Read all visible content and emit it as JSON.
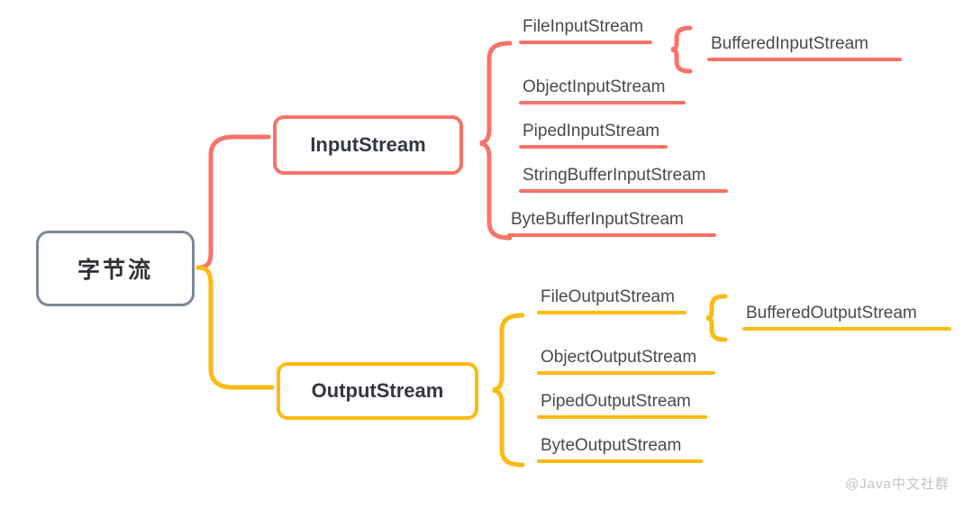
{
  "diagram": {
    "title_text": "字节流",
    "colors": {
      "root_border": "#7d8799",
      "input_branch": "#fa7268",
      "output_branch": "#fdba12",
      "leaf_text": "#4a4a4a",
      "watermark": "#c3c3c3",
      "background": "#ffffff"
    },
    "root": {
      "label": "字节流"
    },
    "branches": [
      {
        "id": "input-stream",
        "label": "InputStream",
        "color": "#fa7268",
        "leaves": [
          {
            "label": "FileInputStream",
            "children": [
              {
                "label": "BufferedInputStream"
              }
            ]
          },
          {
            "label": "ObjectInputStream",
            "children": []
          },
          {
            "label": "PipedInputStream",
            "children": []
          },
          {
            "label": "StringBufferInputStream",
            "children": []
          },
          {
            "label": "ByteBufferInputStream",
            "children": []
          }
        ]
      },
      {
        "id": "output-stream",
        "label": "OutputStream",
        "color": "#fdba12",
        "leaves": [
          {
            "label": "FileOutputStream",
            "children": [
              {
                "label": "BufferedOutputStream"
              }
            ]
          },
          {
            "label": "ObjectOutputStream",
            "children": []
          },
          {
            "label": "PipedOutputStream",
            "children": []
          },
          {
            "label": "ByteOutputStream",
            "children": []
          }
        ]
      }
    ],
    "watermark": "@Java中文社群"
  }
}
